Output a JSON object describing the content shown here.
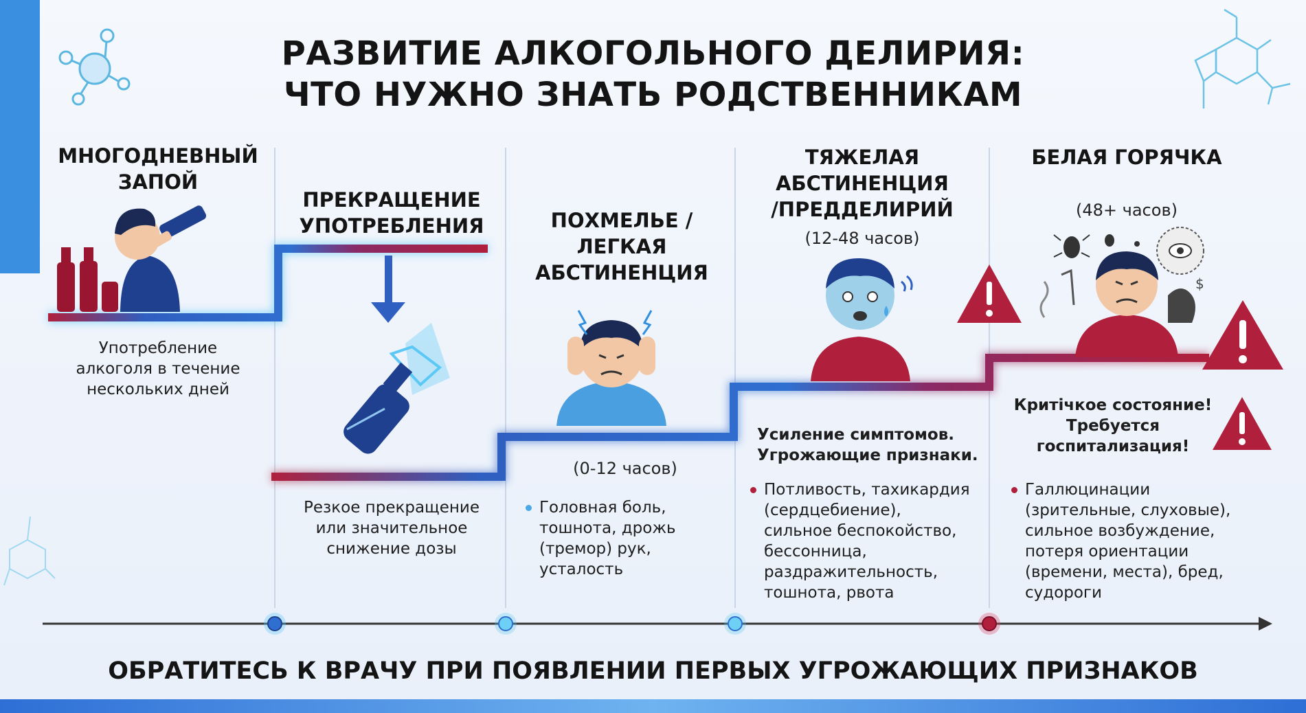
{
  "title_line1": "РАЗВИТИЕ АЛКОГОЛЬНОГО ДЕЛИРИЯ:",
  "title_line2": "ЧТО НУЖНО ЗНАТЬ РОДСТВЕННИКАМ",
  "stages": [
    {
      "head1": "МНОГОДНЕВНЫЙ",
      "head2": "ЗАПОЙ",
      "desc1": "Употребление",
      "desc2": "алкоголя в течение",
      "desc3": "нескольких дней"
    },
    {
      "head1": "ПРЕКРАЩЕНИЕ",
      "head2": "УПОТРЕБЛЕНИЯ",
      "desc1": "Резкое прекращение",
      "desc2": "или значительное",
      "desc3": "снижение дозы"
    },
    {
      "head1": "ПОХМЕЛЬЕ /",
      "head2": "ЛЕГКАЯ",
      "head3": "АБСТИНЕНЦИЯ",
      "time": "(0-12 часов)",
      "desc1": "Головная боль,",
      "desc2": "тошнота, дрожь",
      "desc3": "(тремор) рук,",
      "desc4": "усталость"
    },
    {
      "head1": "ТЯЖЕЛАЯ",
      "head2": "АБСТИНЕНЦИЯ",
      "head3": "/ПРЕДДЕЛИРИЙ",
      "time": "(12-48 часов)",
      "note1": "Усиление симптомов.",
      "note2": "Угрожающие признаки.",
      "desc1": "Потливость, тахикардия",
      "desc2": "(сердцебиение),",
      "desc3": "сильное беспокойство,",
      "desc4": "бессонница,",
      "desc5": "раздражительность,",
      "desc6": "тошнота, рвота"
    },
    {
      "head1": "БЕЛАЯ ГОРЯЧКА",
      "time": "(48+ часов)",
      "note1": "Критiчкое состояние!",
      "note2": "Требуется",
      "note3": "госпитализация!",
      "desc1": "Галлюцинации",
      "desc2": "(зрительные, слуховые),",
      "desc3": "сильное возбуждение,",
      "desc4": "потеря ориентации",
      "desc5": "(времени, места), бред,",
      "desc6": "судороги"
    }
  ],
  "footer": "ОБРАТИТЕСЬ К ВРАЧУ ПРИ ПОЯВЛЕНИИ ПЕРВЫХ УГРОЖАЮЩИХ ПРИЗНАКОВ",
  "colors": {
    "blue": "#2f5fc0",
    "light_blue": "#5cc8f5",
    "red": "#b0203c",
    "navy": "#1f3f8f",
    "dark": "#141414"
  },
  "icons": [
    "molecule-icon",
    "drinking-man-icon",
    "down-arrow-icon",
    "broken-bottle-icon",
    "headache-person-icon",
    "sweating-person-icon",
    "hallucination-person-icon",
    "warning-icon"
  ]
}
